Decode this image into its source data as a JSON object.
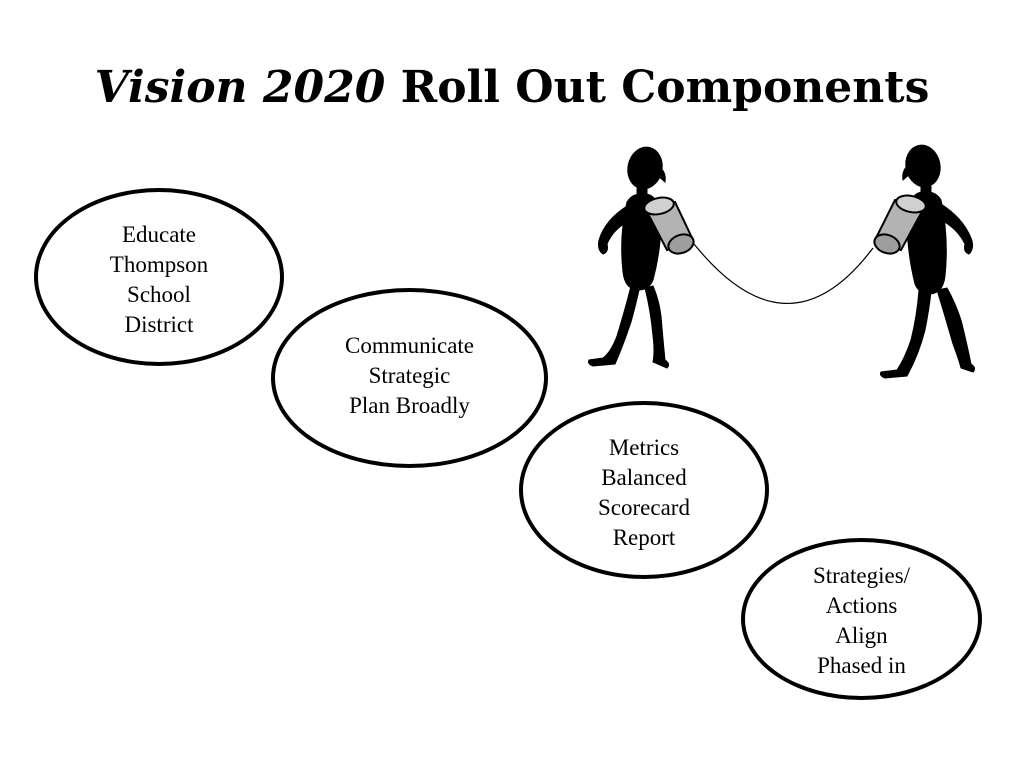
{
  "slide": {
    "title_italic": "Vision 2020",
    "title_rest": " Roll Out Components"
  },
  "steps": [
    {
      "text": "Educate\nThompson\nSchool\nDistrict"
    },
    {
      "text": "Communicate\nStrategic\nPlan Broadly"
    },
    {
      "text": "Metrics\nBalanced\nScorecard\nReport"
    },
    {
      "text": "Strategies/\nActions\nAlign\nPhased in"
    }
  ],
  "illustration": {
    "icon": "tin-can-telephone-icon",
    "figure_color": "#000000",
    "can_color": "#b3b3b3"
  }
}
